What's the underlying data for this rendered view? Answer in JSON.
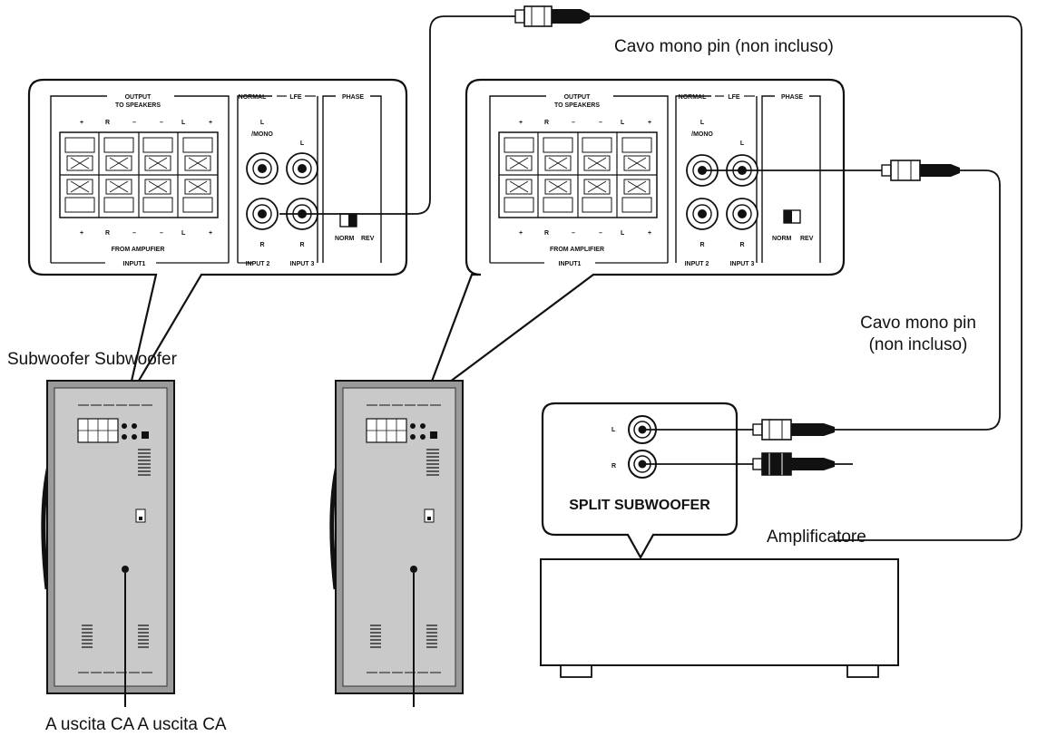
{
  "labels": {
    "cable_top": "Cavo mono pin (non incluso)",
    "cable_right_line1": "Cavo mono pin",
    "cable_right_line2": "(non incluso)",
    "subwoofers": "Subwoofer Subwoofer",
    "amplifier": "Amplificatore",
    "ac_outlet": "A uscita CA A uscita CA",
    "split_subwoofer": "SPLIT SUBWOOFER"
  },
  "panel": {
    "output": "OUTPUT",
    "to_speakers": "TO SPEAKERS",
    "normal": "NORMAL",
    "lfe": "LFE",
    "phase": "PHASE",
    "mono": "/MONO",
    "from_amplifier_left": "FROM AMPUFIER",
    "from_amplifier_right": "FROM AMPLIFIER",
    "input1": "INPUT1",
    "input2": "INPUT 2",
    "input3": "INPUT 3",
    "norm": "NORM",
    "rev": "REV",
    "plus": "+",
    "minus": "–",
    "l_mark": "L",
    "r_mark": "R"
  }
}
